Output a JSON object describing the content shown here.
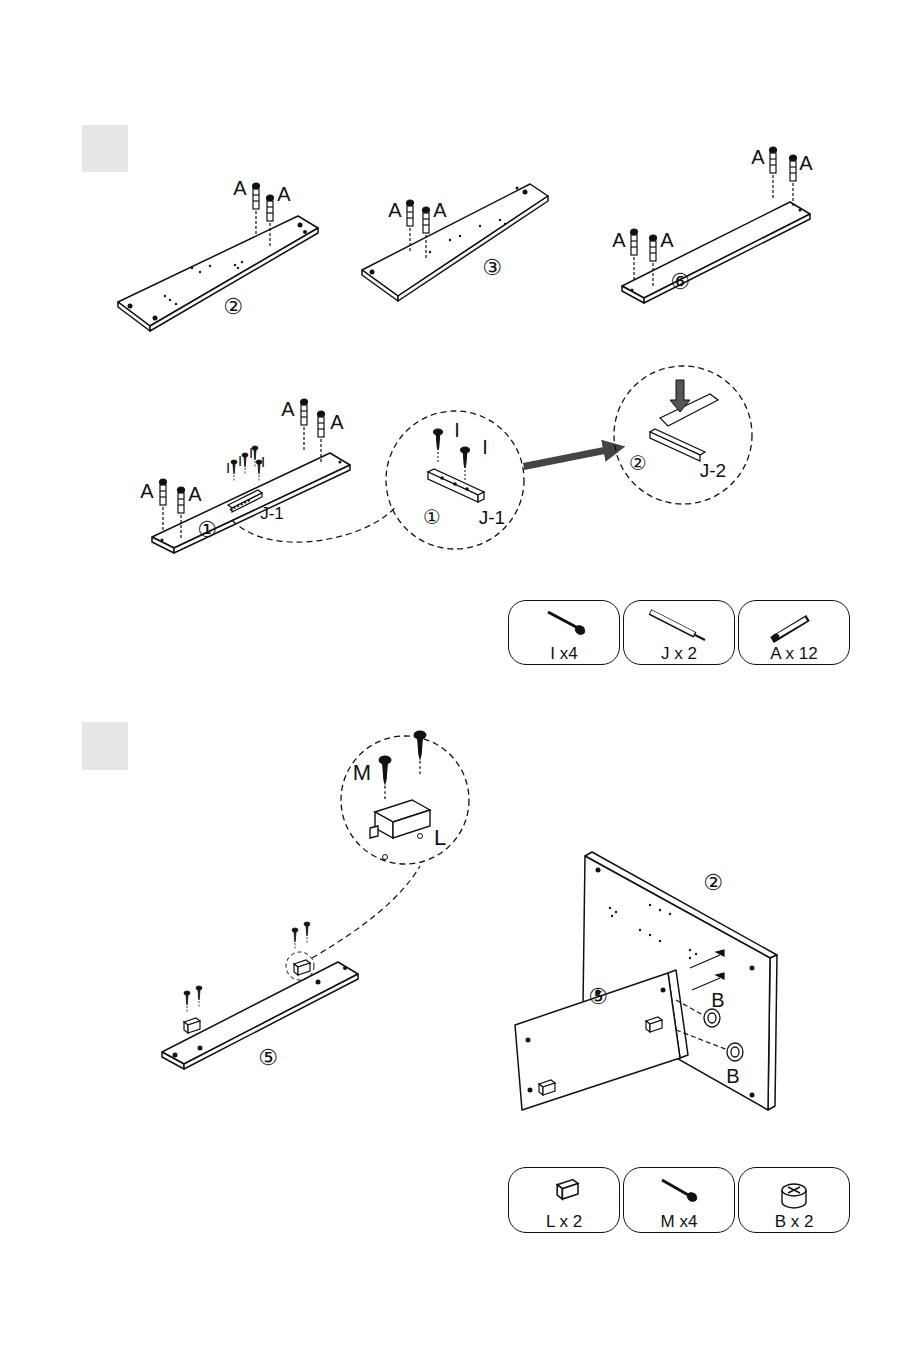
{
  "diagram": {
    "nodes": [
      {
        "text": [
          "I",
          "I",
          "①",
          "J-1"
        ]
      },
      {
        "text": [
          "②",
          "J-2"
        ]
      },
      {
        "text": [
          "I x4"
        ]
      },
      {
        "text": [
          "J x 2"
        ]
      },
      {
        "text": [
          "A x 12"
        ]
      },
      {
        "text": [
          "M",
          "L"
        ]
      },
      {
        "text": [
          "L x 2"
        ]
      },
      {
        "text": [
          "M x4"
        ]
      },
      {
        "text": [
          "B x 2"
        ]
      }
    ],
    "edges": [
      {
        "from": 0,
        "to": 1,
        "arrow": "to"
      }
    ],
    "labels": [
      "A",
      "A",
      "②",
      "A",
      "A",
      "③",
      "A",
      "A",
      "A",
      "A",
      "⑥",
      "A",
      "A",
      "I",
      "I",
      "I",
      "I",
      "A",
      "A",
      "J-1",
      "①",
      "②",
      "⑤",
      "B",
      "⑤",
      "B"
    ]
  }
}
